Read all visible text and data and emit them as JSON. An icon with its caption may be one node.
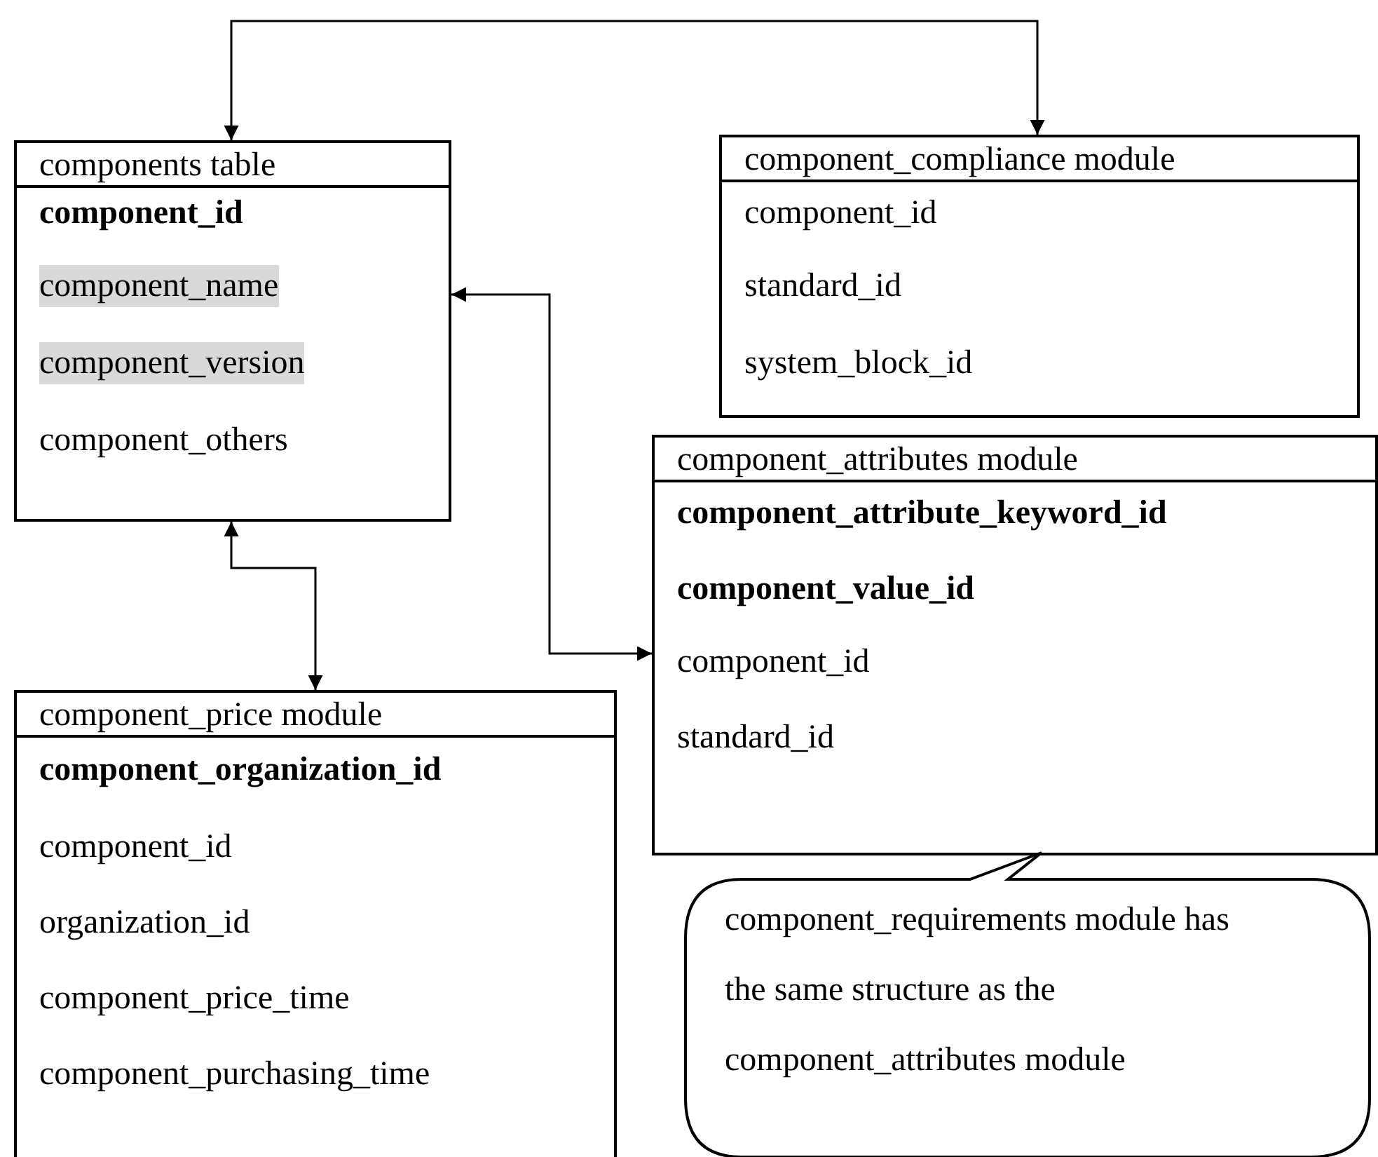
{
  "diagram": {
    "nodes": [
      {
        "text": [
          "components table",
          "component_id",
          "component_name",
          "component_version",
          "component_others"
        ]
      },
      {
        "text": [
          "component_compliance module",
          "component_id",
          "standard_id",
          "system_block_id"
        ]
      },
      {
        "text": [
          "component_attributes module",
          "component_attribute_keyword_id",
          "component_value_id",
          "component_id",
          "standard_id"
        ]
      },
      {
        "text": [
          "component_price module",
          "component_organization_id",
          "component_id",
          "organization_id",
          "component_price_time",
          "component_purchasing_time"
        ]
      },
      {
        "text": [
          "component_requirements module has the same structure as the component_attributes module"
        ]
      }
    ],
    "edges": [
      {
        "from": 0,
        "to": 1,
        "arrow": "both"
      },
      {
        "from": 0,
        "to": 3,
        "arrow": "both"
      },
      {
        "from": 0,
        "to": 2,
        "arrow": "both"
      }
    ]
  }
}
